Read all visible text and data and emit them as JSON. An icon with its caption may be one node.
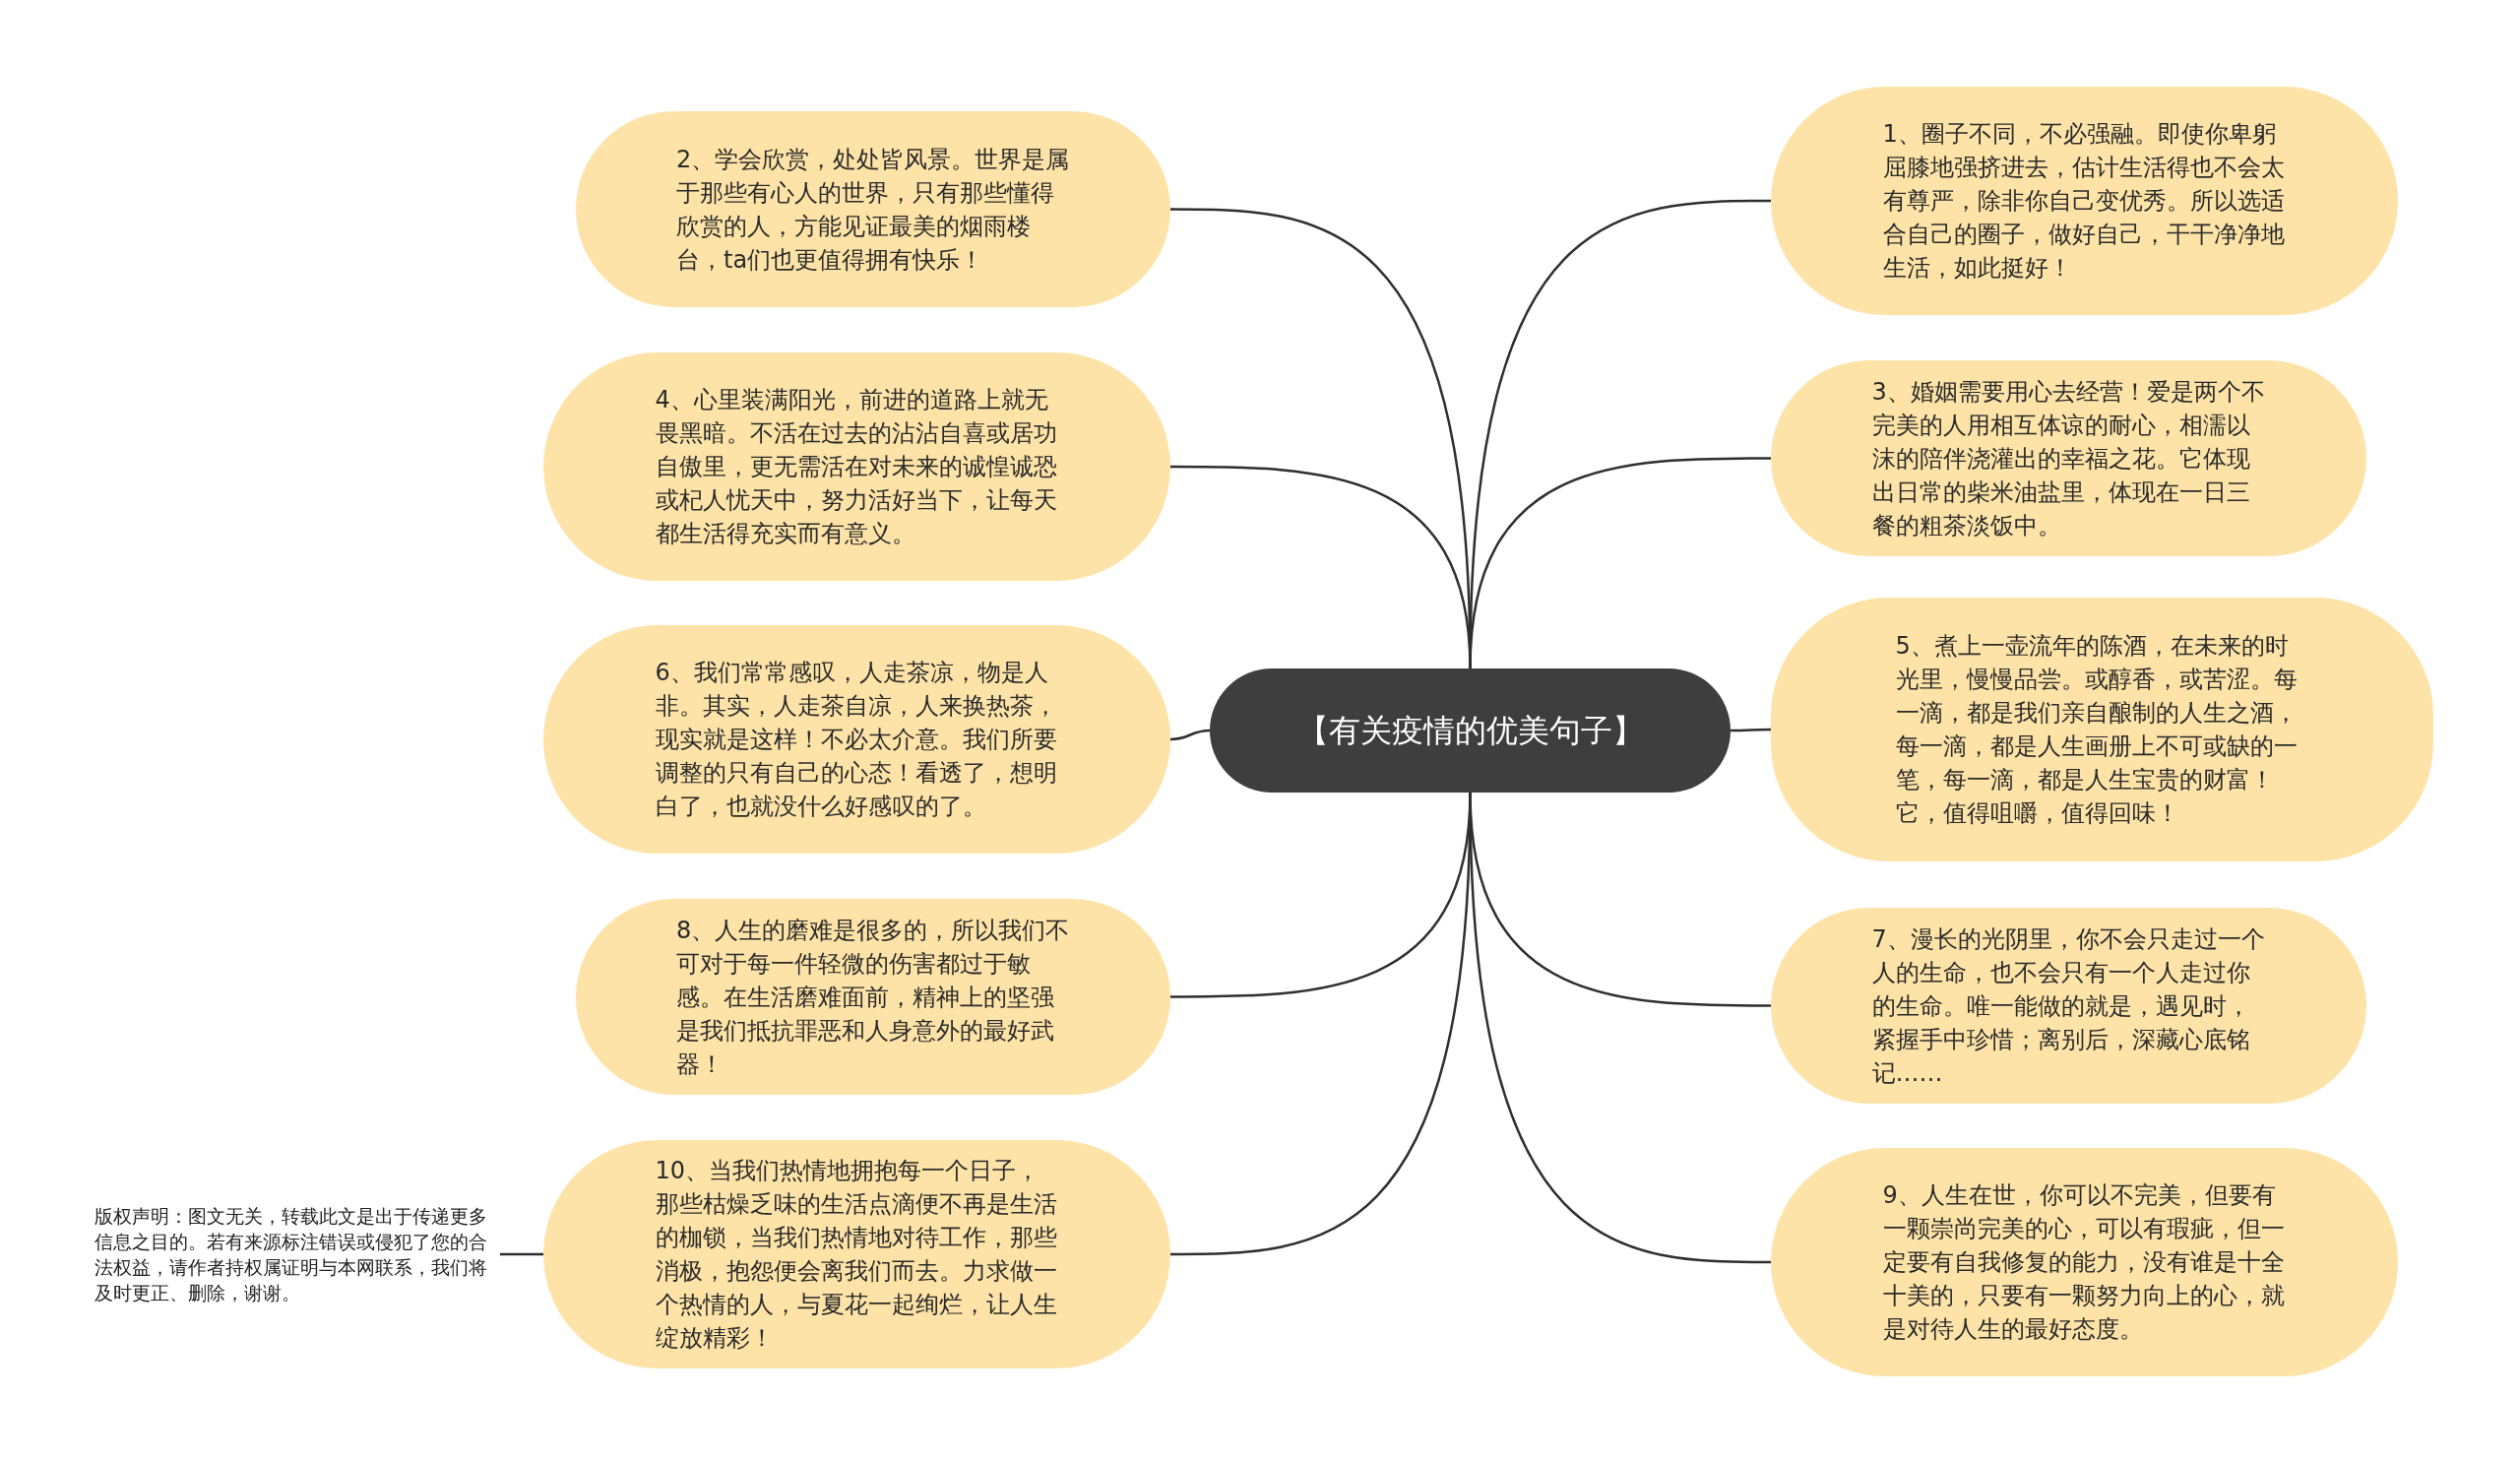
{
  "diagram": {
    "nodes": [
      {
        "text": [
          "【有关疫情的优美句子】"
        ]
      },
      {
        "text": [
          "1、圈子不同，不必强融。即使你卑躬屈膝地强挤进去，估计生活得也不会太有尊严，除非你自己变优秀。所以选适合自己的圈子，做好自己，干干净净地生活，如此挺好！"
        ]
      },
      {
        "text": [
          "2、学会欣赏，处处皆风景。世界是属于那些有心人的世界，只有那些懂得欣赏的人，方能见证最美的烟雨楼台，ta们也更值得拥有快乐！"
        ]
      },
      {
        "text": [
          "3、婚姻需要用心去经营！爱是两个不完美的人用相互体谅的耐心，相濡以沫的陪伴浇灌出的幸福之花。它体现出日常的柴米油盐里，体现在一日三餐的粗茶淡饭中。"
        ]
      },
      {
        "text": [
          "4、心里装满阳光，前进的道路上就无畏黑暗。不活在过去的沾沾自喜或居功自傲里，更无需活在对未来的诚惶诚恐或杞人忧天中，努力活好当下，让每天都生活得充实而有意义。"
        ]
      },
      {
        "text": [
          "5、煮上一壶流年的陈酒，在未来的时光里，慢慢品尝。或醇香，或苦涩。每一滴，都是我们亲自酿制的人生之酒，每一滴，都是人生画册上不可或缺的一笔，每一滴，都是人生宝贵的财富！它，值得咀嚼，值得回味！"
        ]
      },
      {
        "text": [
          "6、我们常常感叹，人走茶凉，物是人非。其实，人走茶自凉，人来换热茶，现实就是这样！不必太介意。我们所要调整的只有自己的心态！看透了，想明白了，也就没什么好感叹的了。"
        ]
      },
      {
        "text": [
          "7、漫长的光阴里，你不会只走过一个人的生命，也不会只有一个人走过你的生命。唯一能做的就是，遇见时，紧握手中珍惜；离别后，深藏心底铭记……"
        ]
      },
      {
        "text": [
          "8、人生的磨难是很多的，所以我们不可对于每一件轻微的伤害都过于敏感。在生活磨难面前，精神上的坚强是我们抵抗罪恶和人身意外的最好武器！"
        ]
      },
      {
        "text": [
          "9、人生在世，你可以不完美，但要有一颗崇尚完美的心，可以有瑕疵，但一定要有自我修复的能力，没有谁是十全十美的，只要有一颗努力向上的心，就是对待人生的最好态度。"
        ]
      },
      {
        "text": [
          "10、当我们热情地拥抱每一个日子，那些枯燥乏味的生活点滴便不再是生活的枷锁，当我们热情地对待工作，那些消极，抱怨便会离我们而去。力求做一个热情的人，与夏花一起绚烂，让人生绽放精彩！"
        ]
      },
      {
        "text": [
          "版权声明：图文无关，转载此文是出于传递更多信息之目的。若有来源标注错误或侵犯了您的合法权益，请作者持权属证明与本网联系，我们将及时更正、删除，谢谢。"
        ]
      }
    ],
    "edges": [
      {
        "from": 0,
        "to": 1,
        "arrow": "none"
      },
      {
        "from": 0,
        "to": 2,
        "arrow": "none"
      },
      {
        "from": 0,
        "to": 3,
        "arrow": "none"
      },
      {
        "from": 0,
        "to": 4,
        "arrow": "none"
      },
      {
        "from": 0,
        "to": 5,
        "arrow": "none"
      },
      {
        "from": 0,
        "to": 6,
        "arrow": "none"
      },
      {
        "from": 0,
        "to": 7,
        "arrow": "none"
      },
      {
        "from": 0,
        "to": 8,
        "arrow": "none"
      },
      {
        "from": 0,
        "to": 9,
        "arrow": "none"
      },
      {
        "from": 0,
        "to": 10,
        "arrow": "none"
      },
      {
        "from": 11,
        "to": 10,
        "arrow": "none"
      }
    ]
  }
}
